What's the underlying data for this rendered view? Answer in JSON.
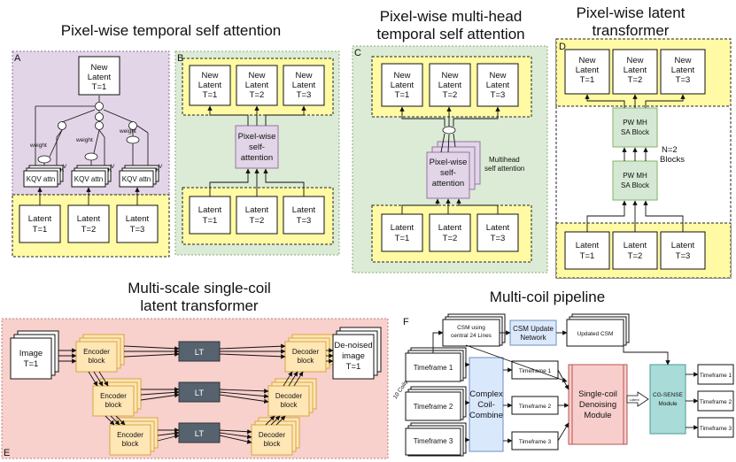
{
  "titles": {
    "a": "Pixel-wise temporal self attention",
    "c_line1": "Pixel-wise multi-head",
    "c_line2": "temporal self attention",
    "d_line1": "Pixel-wise latent",
    "d_line2": "transformer",
    "e_line1": "Multi-scale single-coil",
    "e_line2": "latent transformer",
    "f": "Multi-coil pipeline"
  },
  "panel_letters": [
    "A",
    "B",
    "C",
    "D",
    "E",
    "F"
  ],
  "new_latent": [
    {
      "l1": "New",
      "l2": "Latent",
      "l3": "T=1"
    },
    {
      "l1": "New",
      "l2": "Latent",
      "l3": "T=2"
    },
    {
      "l1": "New",
      "l2": "Latent",
      "l3": "T=3"
    }
  ],
  "latent": [
    {
      "l1": "Latent",
      "l2": "T=1"
    },
    {
      "l1": "Latent",
      "l2": "T=2"
    },
    {
      "l1": "Latent",
      "l2": "T=3"
    }
  ],
  "panel_a": {
    "kqv": "KQV attn",
    "k": "K",
    "v": "V",
    "weight": "weight",
    "op_plus": "⊕",
    "op_times": "⊗"
  },
  "panel_b": {
    "block_l1": "Pixel-wise",
    "block_l2": "self-",
    "block_l3": "attention"
  },
  "panel_c": {
    "block_l1": "Pixel-wise",
    "block_l2": "self-",
    "block_l3": "attention",
    "side_l1": "Multihead",
    "side_l2": "self attention"
  },
  "panel_d": {
    "block_l1": "PW MH",
    "block_l2": "SA Block",
    "n_l1": "N=2",
    "n_l2": "Blocks"
  },
  "panel_e": {
    "image_l1": "Image",
    "image_l2": "T=1",
    "encoder_l1": "Encoder",
    "encoder_l2": "block",
    "decoder_l1": "Decoder",
    "decoder_l2": "block",
    "lt": "LT",
    "out_l1": "De-noised",
    "out_l2": "image",
    "out_l3": "T=1"
  },
  "panel_f": {
    "csm_l1": "CSM using",
    "csm_l2": "central 24 Lines",
    "csm_update_l1": "CSM Update",
    "csm_update_l2": "Network",
    "updated_csm": "Updated CSM",
    "timeframes": [
      "Timeframe 1",
      "Timeframe 2",
      "Timeframe 3"
    ],
    "coils": "10 Coils",
    "combine_l1": "Complex",
    "combine_l2": "Coil-",
    "combine_l3": "Combine",
    "denoise_l1": "Single-coil",
    "denoise_l2": "Denoising",
    "denoise_l3": "Module",
    "cg_l1": "CG-SENSE",
    "cg_l2": "Module",
    "small_label": "Latent"
  },
  "colors": {
    "purple_panel": "#e3d5e8",
    "green_panel": "#dcebd5",
    "yellow": "#fffaa3",
    "red_panel": "#f8d0cc",
    "orange": "#ffe6b5",
    "orange_border": "#d7a544",
    "slate": "#56636e",
    "block_purple": "#e1d5e7",
    "block_green": "#d5e8d4",
    "blue": "#dae8fc",
    "blue_border": "#6c8ebf",
    "red_block": "#f8cecc",
    "red_border": "#b85450",
    "teal": "#a9dcd8",
    "teal_border": "#4a9a94",
    "light_blue": "#dbe9fb"
  }
}
